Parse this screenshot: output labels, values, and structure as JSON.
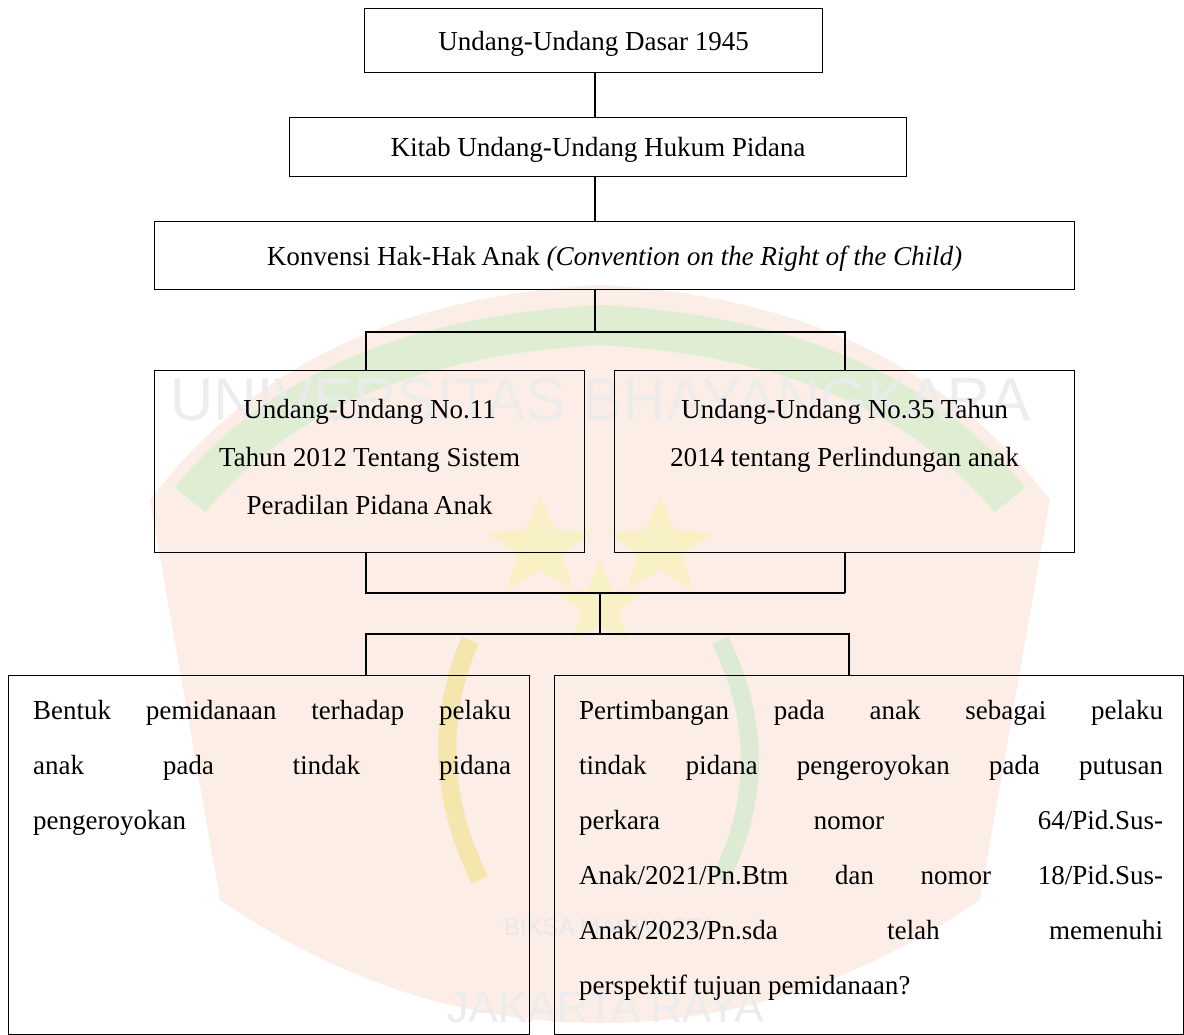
{
  "watermark": {
    "arc_text": "UNIVERSITAS BHAYANGKARA",
    "banner_text": "BIKSA MAHWASTA",
    "bottom_text": "JAKARTA RAYA",
    "colors": {
      "shield": "#f7d7c8",
      "ring": "#cfe8c4",
      "star": "#f6efb3",
      "text": "#e6e6e6"
    }
  },
  "boxes": {
    "uud": "Undang-Undang Dasar 1945",
    "kuhp": "Kitab Undang-Undang Hukum Pidana",
    "konvensi": {
      "text": "Konvensi Hak-Hak Anak ",
      "italic": "(Convention on the Right of the Child)"
    },
    "uu11": [
      "Undang-Undang No.11",
      "Tahun 2012 Tentang Sistem",
      "Peradilan Pidana Anak"
    ],
    "uu35": [
      "Undang-Undang No.35 Tahun",
      "2014 tentang Perlindungan anak"
    ],
    "bentuk": [
      "Bentuk pemidanaan terhadap pelaku",
      "anak pada tindak pidana",
      "pengeroyokan"
    ],
    "pertimbangan": [
      "Pertimbangan pada anak sebagai pelaku",
      "tindak pidana pengeroyokan pada putusan",
      "perkara nomor 64/Pid.Sus-",
      "Anak/2021/Pn.Btm dan nomor 18/Pid.Sus-",
      "Anak/2023/Pn.sda telah memenuhi",
      "perspektif tujuan pemidanaan?"
    ]
  }
}
